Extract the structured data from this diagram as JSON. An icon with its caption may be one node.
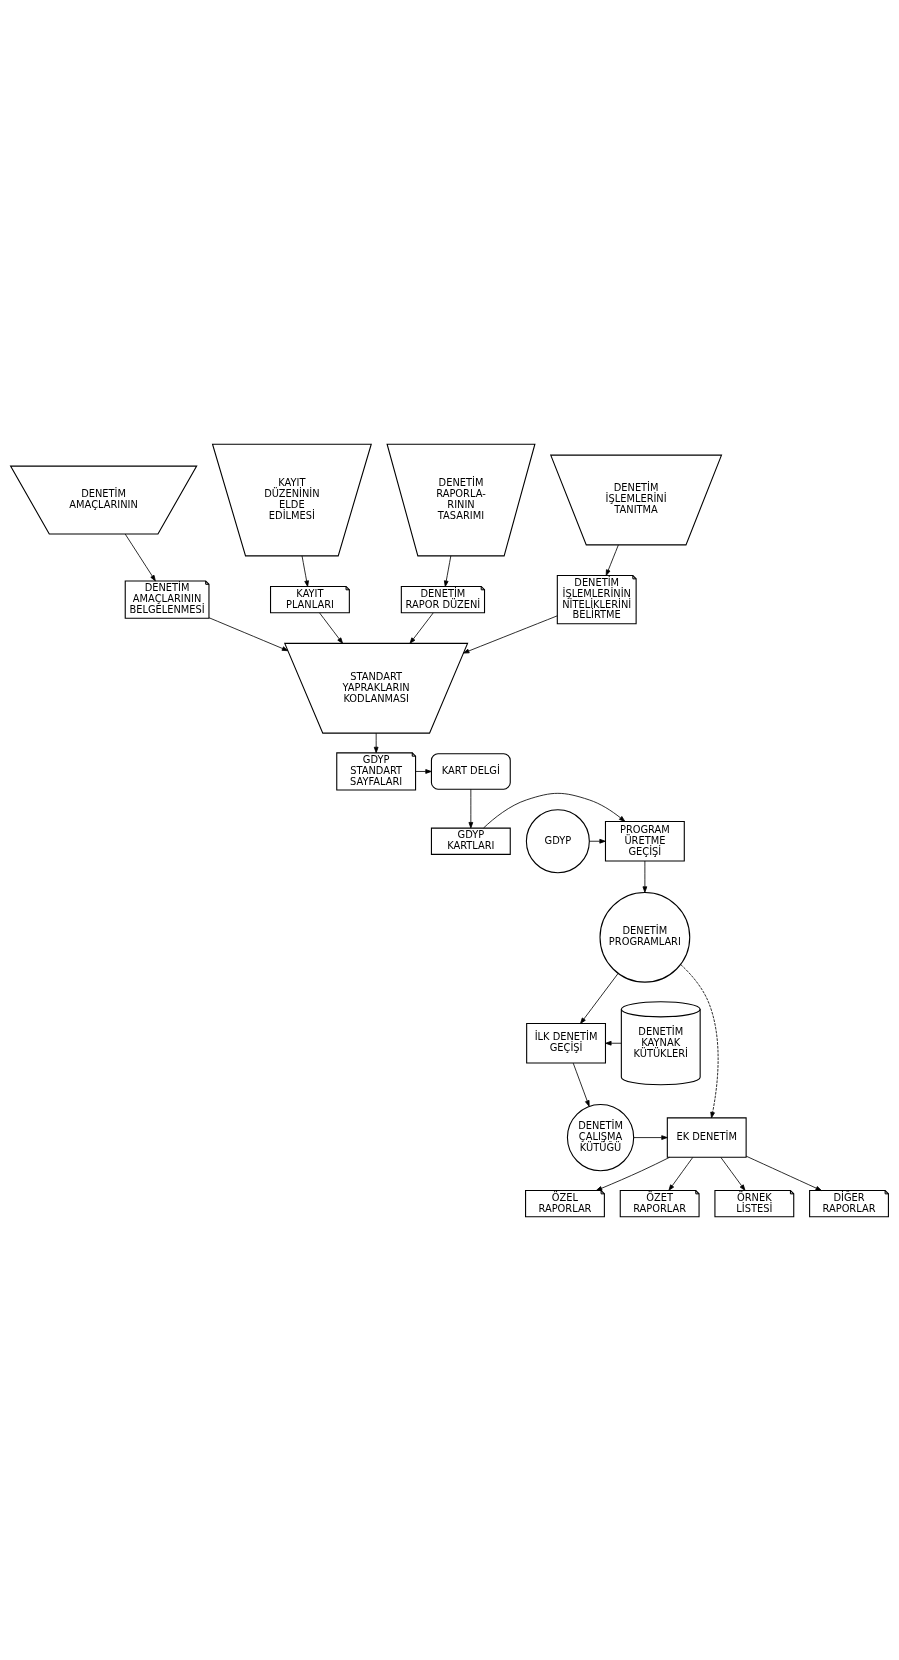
{
  "diagram": {
    "nodes": [
      {
        "text": [
          "DENETİM AMAÇLARININ"
        ]
      },
      {
        "text": [
          "KAYIT DÜZENİNİN ELDE EDİLMESİ"
        ]
      },
      {
        "text": [
          "DENETİM RAPORLA- RININ TASARIMI"
        ]
      },
      {
        "text": [
          "DENETİM İŞLEMLERİNİ TANITMA"
        ]
      },
      {
        "text": [
          "DENETİM AMAÇLARININ BELGELENMESİ"
        ]
      },
      {
        "text": [
          "KAYIT PLANLARI"
        ]
      },
      {
        "text": [
          "DENETİM RAPOR DÜZENİ"
        ]
      },
      {
        "text": [
          "DENETİM İŞLEMLERİNİN NİTELİKLERİNİ BELİRTME"
        ]
      },
      {
        "text": [
          "STANDART YAPRAKLARIN KODLANMASI"
        ]
      },
      {
        "text": [
          "GDYP STANDART SAYFALARI"
        ]
      },
      {
        "text": [
          "KART DELGİ"
        ]
      },
      {
        "text": [
          "GDYP KARTLARI"
        ]
      },
      {
        "text": [
          "GDYP"
        ]
      },
      {
        "text": [
          "PROGRAM ÜRETME GEÇİŞİ"
        ]
      },
      {
        "text": [
          "DENETİM PROGRAMLARI"
        ]
      },
      {
        "text": [
          "DENETİM KAYNAK KÜTÜKLERİ"
        ]
      },
      {
        "text": [
          "İLK DENETİM GEÇİŞİ"
        ]
      },
      {
        "text": [
          "DENETİM ÇALIŞMA KÜTÜĞÜ"
        ]
      },
      {
        "text": [
          "EK DENETİM"
        ]
      },
      {
        "text": [
          "ÖZEL RAPORLAR"
        ]
      },
      {
        "text": [
          "ÖZET RAPORLAR"
        ]
      },
      {
        "text": [
          "ÖRNEK LİSTESİ"
        ]
      },
      {
        "text": [
          "DİĞER RAPORLAR"
        ]
      }
    ],
    "edges": [
      {
        "from": 0,
        "to": 4,
        "arrow": "to"
      },
      {
        "from": 1,
        "to": 5,
        "arrow": "to"
      },
      {
        "from": 2,
        "to": 6,
        "arrow": "to"
      },
      {
        "from": 3,
        "to": 7,
        "arrow": "to"
      },
      {
        "from": 4,
        "to": 8,
        "arrow": "to"
      },
      {
        "from": 5,
        "to": 8,
        "arrow": "to"
      },
      {
        "from": 6,
        "to": 8,
        "arrow": "to"
      },
      {
        "from": 7,
        "to": 8,
        "arrow": "to"
      },
      {
        "from": 8,
        "to": 9,
        "arrow": "to"
      },
      {
        "from": 9,
        "to": 10,
        "arrow": "to"
      },
      {
        "from": 10,
        "to": 11,
        "arrow": "to"
      },
      {
        "from": 12,
        "to": 13,
        "arrow": "to"
      },
      {
        "from": 11,
        "to": 13,
        "arrow": "to"
      },
      {
        "from": 13,
        "to": 14,
        "arrow": "to"
      },
      {
        "from": 14,
        "to": 16,
        "arrow": "to"
      },
      {
        "from": 14,
        "to": 18,
        "arrow": "to",
        "style": "dashed"
      },
      {
        "from": 15,
        "to": 16,
        "arrow": "to"
      },
      {
        "from": 16,
        "to": 17,
        "arrow": "to"
      },
      {
        "from": 17,
        "to": 18,
        "arrow": "to"
      },
      {
        "from": 18,
        "to": 19,
        "arrow": "to"
      },
      {
        "from": 18,
        "to": 20,
        "arrow": "to"
      },
      {
        "from": 18,
        "to": 21,
        "arrow": "to"
      },
      {
        "from": 18,
        "to": 22,
        "arrow": "to"
      }
    ]
  }
}
